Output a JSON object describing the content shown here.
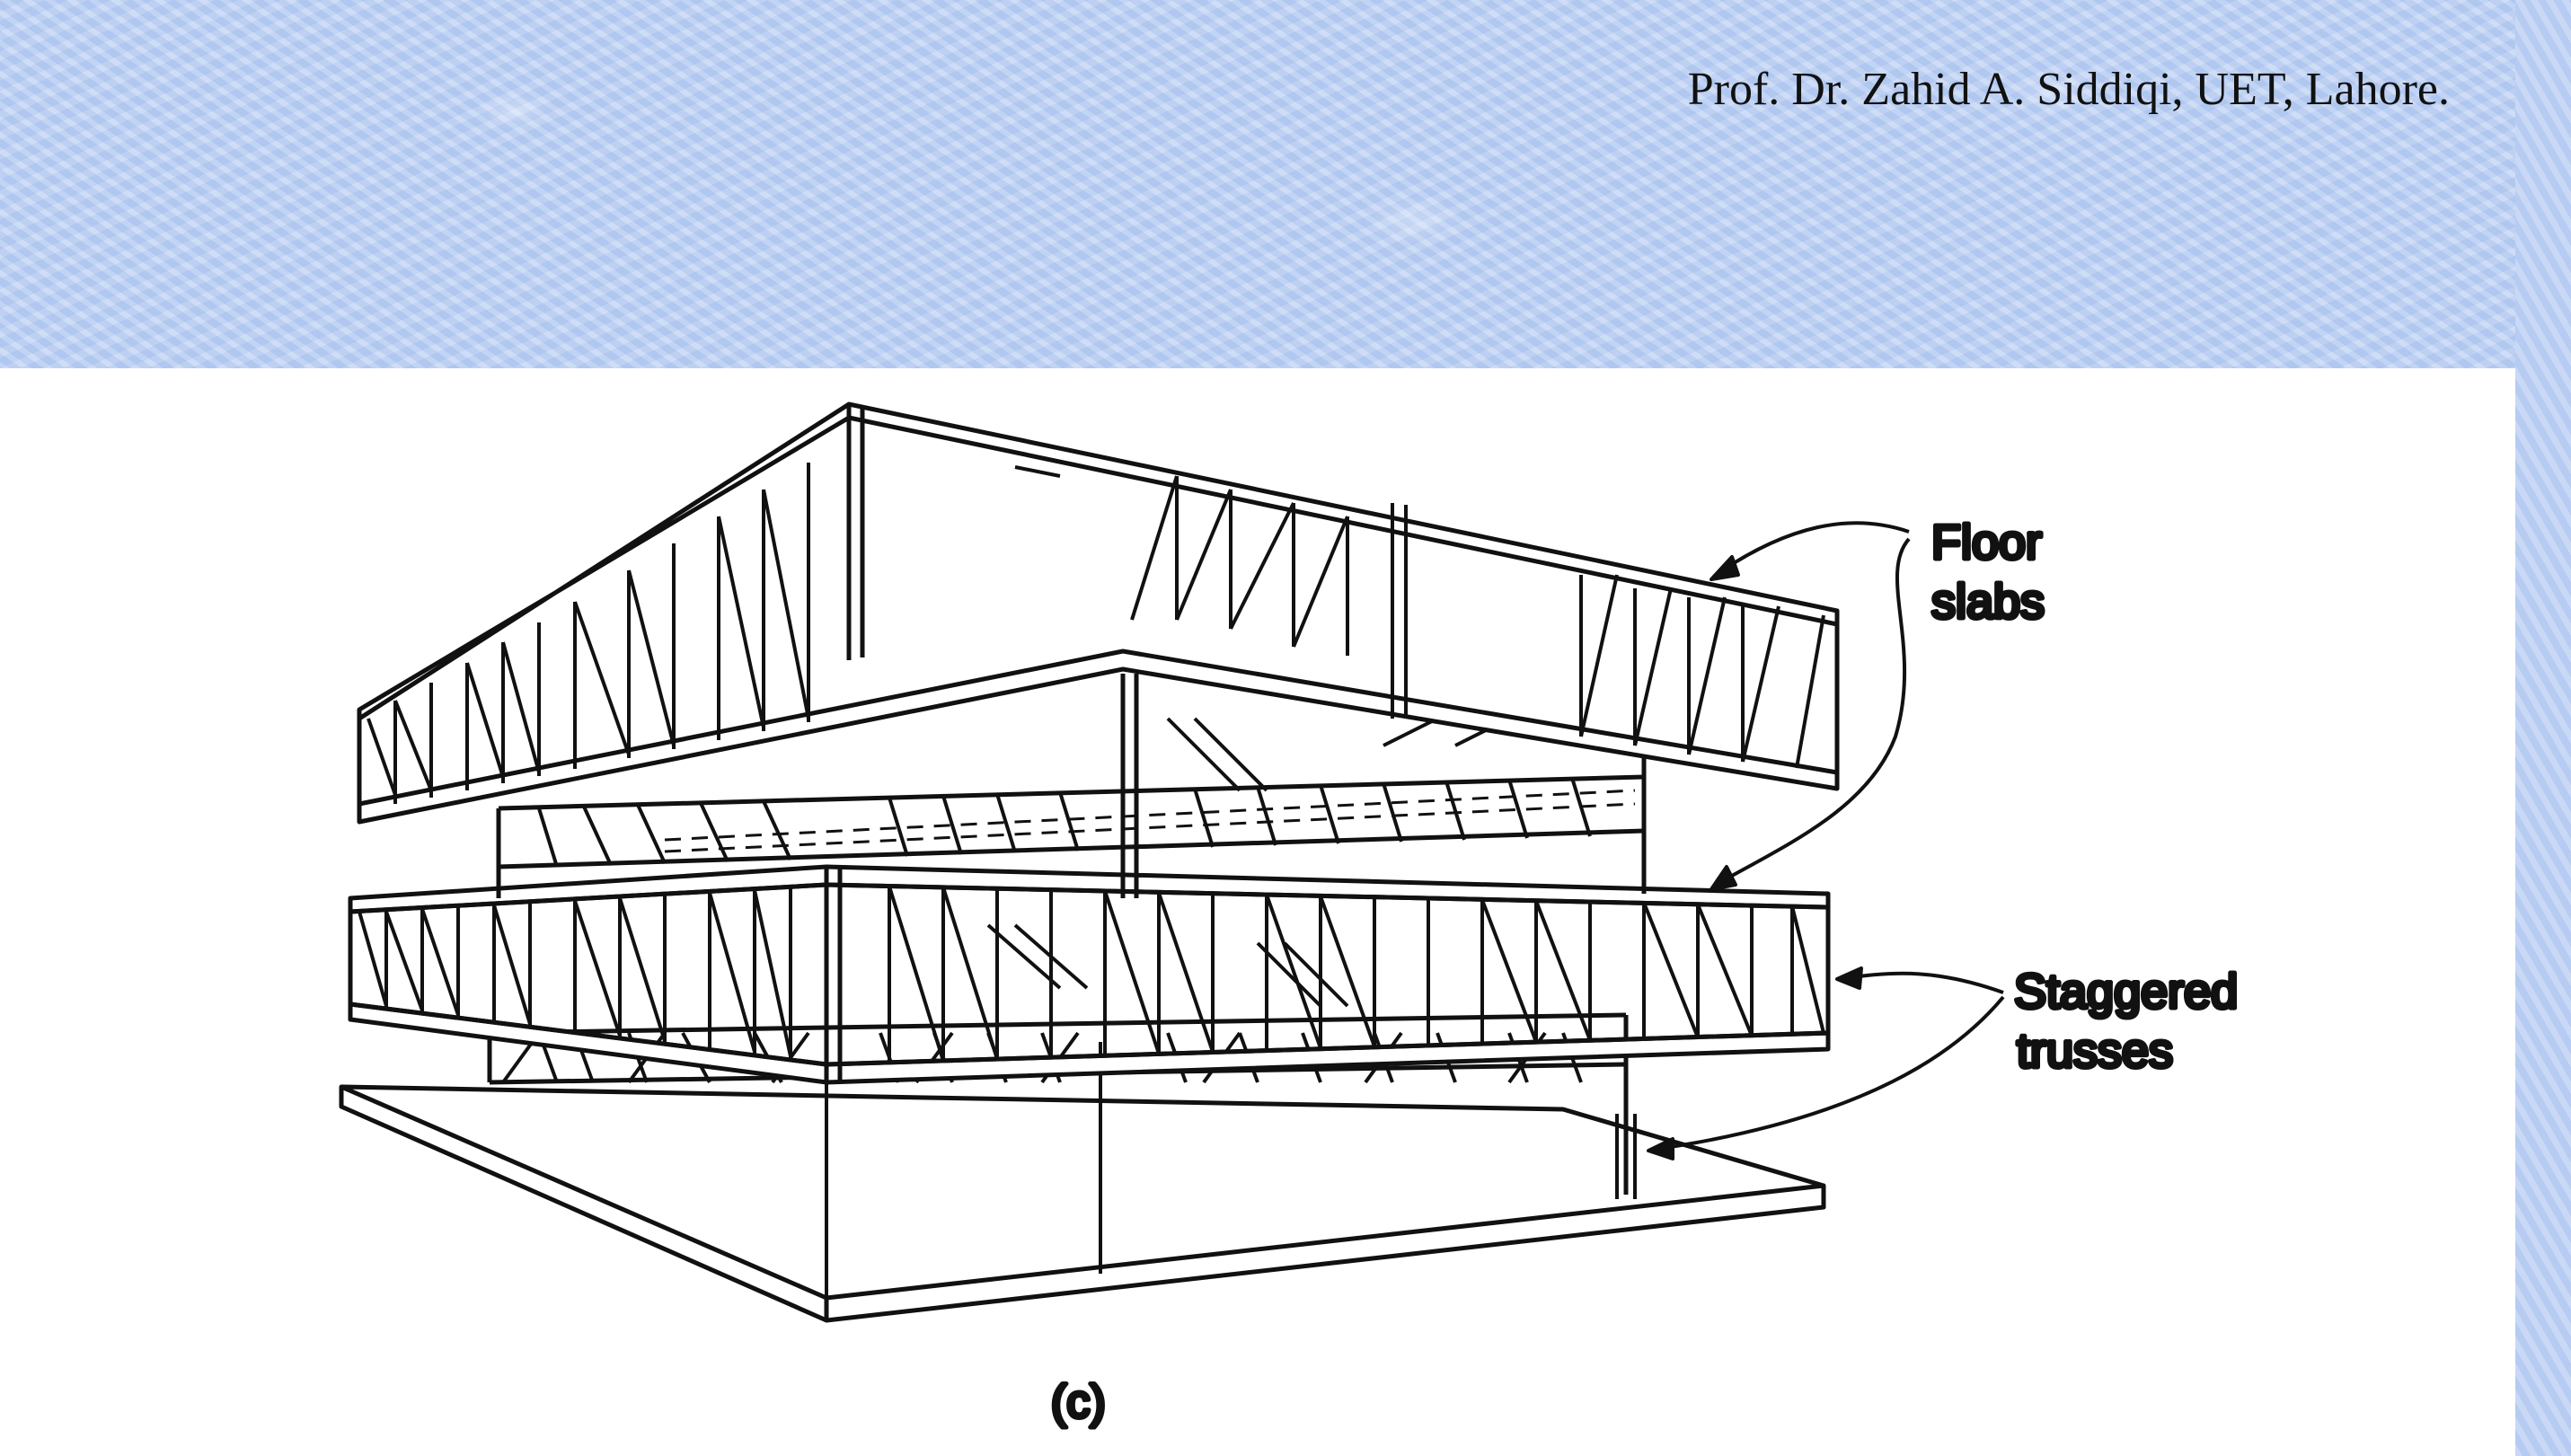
{
  "header": {
    "author": "Prof. Dr. Zahid A. Siddiqi, UET, Lahore."
  },
  "diagram": {
    "labels": {
      "floor_line1": "Floor",
      "floor_line2": "slabs",
      "trusses_line1": "Staggered",
      "trusses_line2": "trusses"
    },
    "caption": "(c)"
  },
  "colors": {
    "background_band": "#bcd0f3",
    "ink": "#111111"
  }
}
